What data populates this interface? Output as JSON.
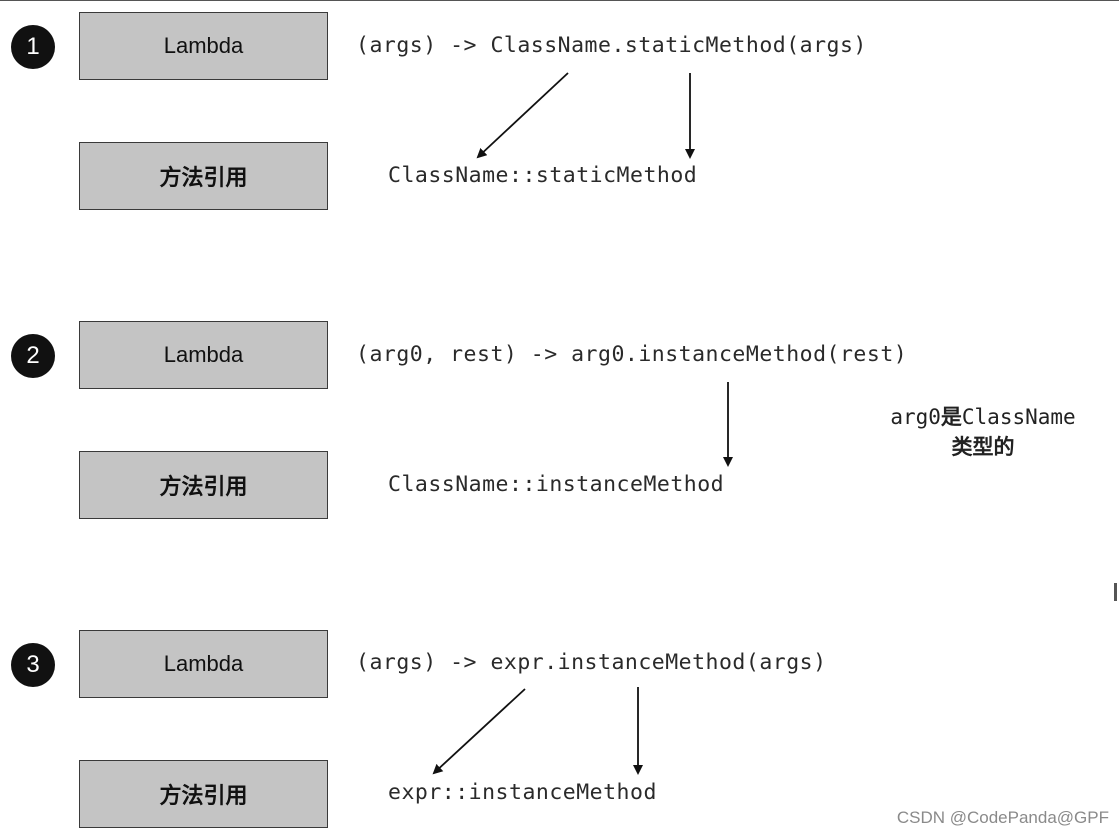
{
  "rows": [
    {
      "number": "1",
      "lambda_label": "Lambda",
      "ref_label": "方法引用",
      "lambda_code": "(args) -> ClassName.staticMethod(args)",
      "ref_code": "ClassName::staticMethod"
    },
    {
      "number": "2",
      "lambda_label": "Lambda",
      "ref_label": "方法引用",
      "lambda_code": "(arg0, rest) -> arg0.instanceMethod(rest)",
      "ref_code": "ClassName::instanceMethod",
      "note_line1_code": "arg0",
      "note_line1_cjk": "是",
      "note_line1_code2": "ClassName",
      "note_line2": "类型的"
    },
    {
      "number": "3",
      "lambda_label": "Lambda",
      "ref_label": "方法引用",
      "lambda_code": "(args) -> expr.instanceMethod(args)",
      "ref_code": "expr::instanceMethod"
    }
  ],
  "watermark": "CSDN @CodePanda@GPF"
}
